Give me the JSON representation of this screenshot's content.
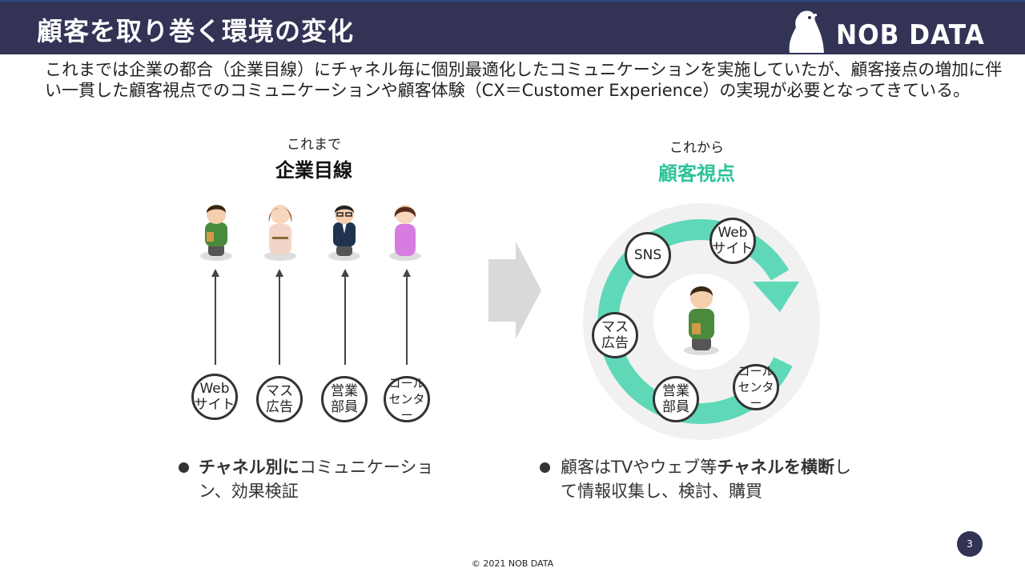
{
  "header": {
    "title": "顧客を取り巻く環境の変化",
    "logo_text": "NOB DATA"
  },
  "intro": "これまでは企業の都合（企業目線）にチャネル毎に個別最適化したコミュニケーションを実施していたが、顧客接点の増加に伴い一貫した顧客視点でのコミュニケーションや顧客体験（CX＝Customer Experience）の実現が必要となってきている。",
  "left": {
    "sub": "これまで",
    "main": "企業目線",
    "channels": [
      {
        "line1": "Web",
        "line2": "サイト"
      },
      {
        "line1": "マス",
        "line2": "広告"
      },
      {
        "line1": "営業",
        "line2": "部員"
      },
      {
        "line1": "コール",
        "line2": "センター"
      }
    ],
    "bullet_bold": "チャネル別に",
    "bullet_rest": "コミュニケーション、効果検証"
  },
  "right": {
    "sub": "これから",
    "main": "顧客視点",
    "accent": "#2cc39a",
    "channels": {
      "sns": "SNS",
      "web": {
        "line1": "Web",
        "line2": "サイト"
      },
      "mass": {
        "line1": "マス",
        "line2": "広告"
      },
      "sales": {
        "line1": "営業",
        "line2": "部員"
      },
      "call": {
        "line1": "コール",
        "line2": "センター"
      }
    },
    "bullet_pre": "顧客はTVやウェブ等",
    "bullet_bold": "チャネルを横断",
    "bullet_post": "して情報収集し、検討、購買"
  },
  "footer": {
    "copyright": "© 2021 NOB DATA",
    "page": "3"
  }
}
